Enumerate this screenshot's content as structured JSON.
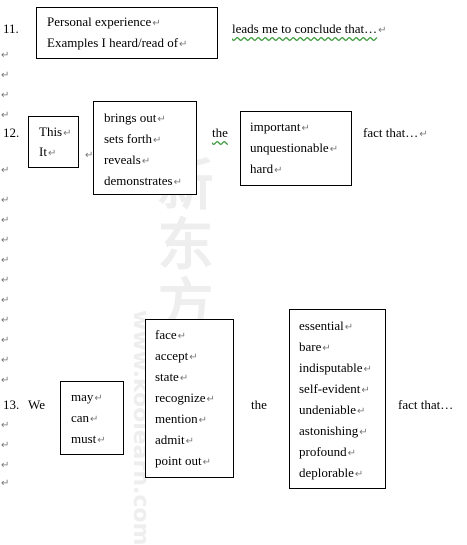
{
  "watermark": {
    "chinese": "新东方",
    "site": "www.koolearn.com"
  },
  "pilcrow": "↵",
  "item11": {
    "number": "11.",
    "box_lines": [
      "Personal experience",
      "Examples I heard/read of"
    ],
    "tail": "leads me to conclude that…"
  },
  "item12": {
    "number": "12.",
    "subject_lines": [
      "This",
      "It"
    ],
    "verb_lines": [
      "brings out",
      "sets forth",
      "reveals",
      "demonstrates"
    ],
    "article": "the",
    "adj_lines": [
      "important",
      "unquestionable",
      "hard"
    ],
    "tail": "fact that…"
  },
  "item13": {
    "number": "13.",
    "subject": "We",
    "modal_lines": [
      "may",
      "can",
      "must"
    ],
    "verb_lines": [
      "face",
      "accept",
      "state",
      "recognize",
      "mention",
      "admit",
      "point out"
    ],
    "article": "the",
    "adj_lines": [
      "essential",
      "bare",
      "indisputable",
      "self-evident",
      "undeniable",
      "astonishing",
      "profound",
      "deplorable"
    ],
    "tail": "fact that…"
  }
}
